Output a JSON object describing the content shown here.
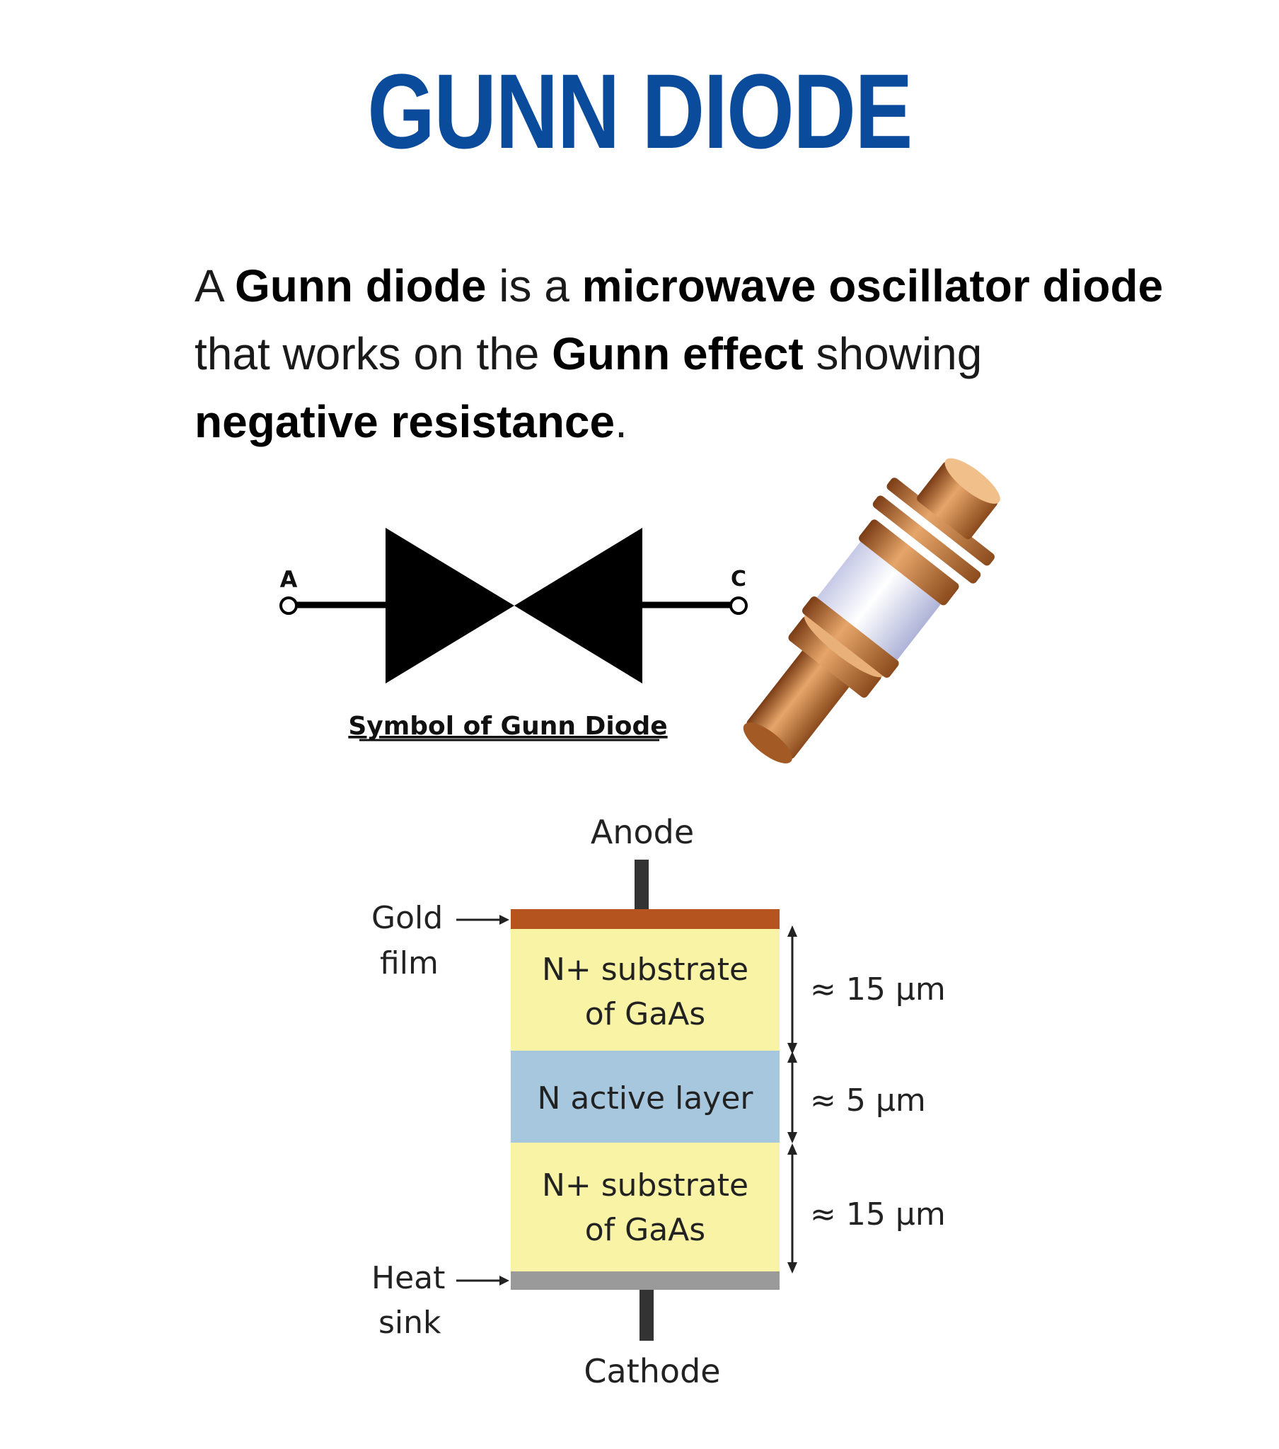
{
  "title": "GUNN DIODE",
  "intro": {
    "p1": "A ",
    "b1": "Gunn diode",
    "p2": " is a ",
    "b2": "microwave oscillator diode",
    "p3": " that works on the ",
    "b3": "Gunn effect",
    "p4": " showing ",
    "b4": "negative resistance",
    "p5": "."
  },
  "symbol": {
    "anode_terminal": "A",
    "cathode_terminal": "C",
    "caption": "Symbol of Gunn Diode"
  },
  "structure": {
    "anode": "Anode",
    "cathode": "Cathode",
    "gold_film": [
      "Gold",
      "film"
    ],
    "heat_sink": [
      "Heat",
      "sink"
    ],
    "layers": [
      {
        "lines": [
          "N+ substrate",
          "of GaAs"
        ],
        "thickness": "≈ 15 μm",
        "color": "#f8f3a5"
      },
      {
        "lines": [
          "N active layer"
        ],
        "thickness": "≈ 5 μm",
        "color": "#a7c7df"
      },
      {
        "lines": [
          "N+ substrate",
          "of GaAs"
        ],
        "thickness": "≈ 15 μm",
        "color": "#f8f3a5"
      }
    ],
    "gold_color": "#b5541f",
    "sink_color": "#9a9a9a"
  }
}
